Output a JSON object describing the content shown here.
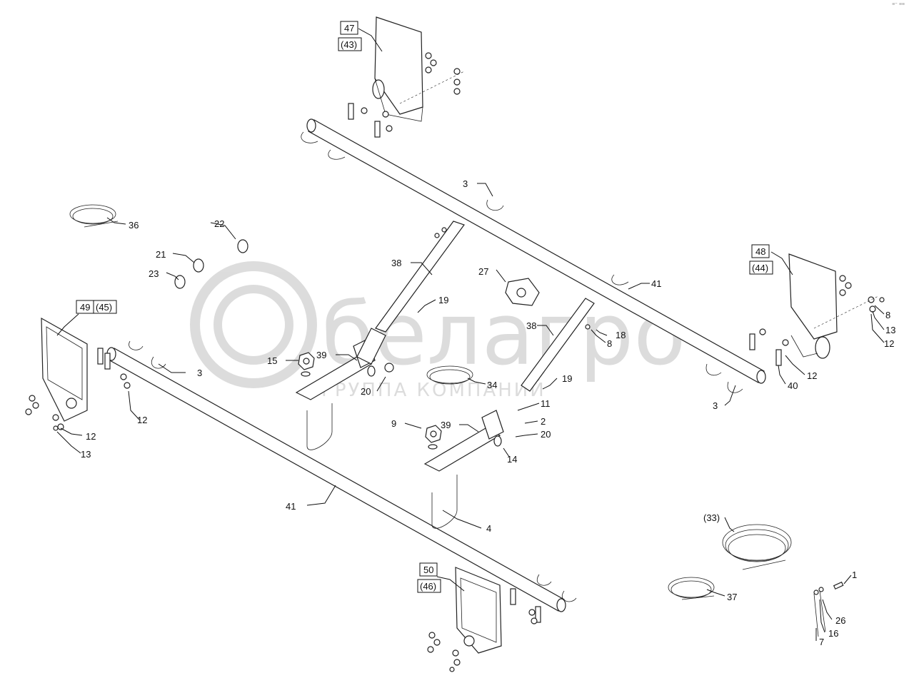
{
  "watermark": {
    "brand": "белагро",
    "tagline": "ГРУППА КОМПАНИЙ"
  },
  "corner_mark": "≡⁼ ≡≡",
  "callouts": [
    {
      "id": "c1",
      "text": "1"
    },
    {
      "id": "c2",
      "text": "2"
    },
    {
      "id": "c3a",
      "text": "3"
    },
    {
      "id": "c3b",
      "text": "3"
    },
    {
      "id": "c3c",
      "text": "3"
    },
    {
      "id": "c4",
      "text": "4"
    },
    {
      "id": "c7",
      "text": "7"
    },
    {
      "id": "c8a",
      "text": "8"
    },
    {
      "id": "c8b",
      "text": "8"
    },
    {
      "id": "c9",
      "text": "9"
    },
    {
      "id": "c11",
      "text": "11"
    },
    {
      "id": "c12a",
      "text": "12"
    },
    {
      "id": "c12b",
      "text": "12"
    },
    {
      "id": "c12c",
      "text": "12"
    },
    {
      "id": "c12d",
      "text": "12"
    },
    {
      "id": "c13a",
      "text": "13"
    },
    {
      "id": "c13b",
      "text": "13"
    },
    {
      "id": "c14",
      "text": "14"
    },
    {
      "id": "c15",
      "text": "15"
    },
    {
      "id": "c16",
      "text": "16"
    },
    {
      "id": "c18",
      "text": "18"
    },
    {
      "id": "c19a",
      "text": "19"
    },
    {
      "id": "c19b",
      "text": "19"
    },
    {
      "id": "c20a",
      "text": "20"
    },
    {
      "id": "c20b",
      "text": "20"
    },
    {
      "id": "c21",
      "text": "21"
    },
    {
      "id": "c22",
      "text": "22"
    },
    {
      "id": "c23",
      "text": "23"
    },
    {
      "id": "c26",
      "text": "26"
    },
    {
      "id": "c27",
      "text": "27"
    },
    {
      "id": "c33",
      "text": "(33)"
    },
    {
      "id": "c34",
      "text": "34"
    },
    {
      "id": "c36",
      "text": "36"
    },
    {
      "id": "c37",
      "text": "37"
    },
    {
      "id": "c38a",
      "text": "38"
    },
    {
      "id": "c38b",
      "text": "38"
    },
    {
      "id": "c39a",
      "text": "39"
    },
    {
      "id": "c39b",
      "text": "39"
    },
    {
      "id": "c40",
      "text": "40"
    },
    {
      "id": "c41a",
      "text": "41"
    },
    {
      "id": "c41b",
      "text": "41"
    }
  ],
  "boxed_labels": [
    {
      "id": "b47",
      "text": "47"
    },
    {
      "id": "b43",
      "text": "(43)"
    },
    {
      "id": "b48",
      "text": "48"
    },
    {
      "id": "b44",
      "text": "(44)"
    },
    {
      "id": "b49",
      "text": "49"
    },
    {
      "id": "b45",
      "text": "(45)"
    },
    {
      "id": "b50",
      "text": "50"
    },
    {
      "id": "b46",
      "text": "(46)"
    }
  ]
}
